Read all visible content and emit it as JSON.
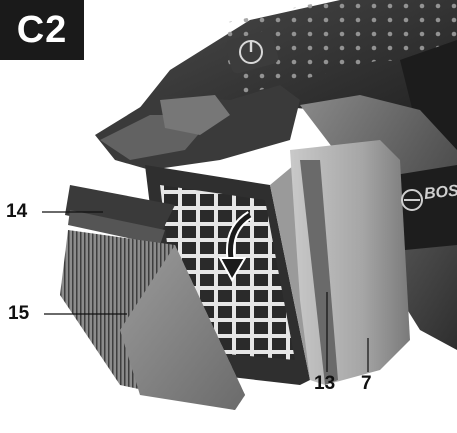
{
  "figure": {
    "label": "C2",
    "brand_mark": "BOSCH",
    "callouts": [
      {
        "number": "14",
        "part": "filter-frame"
      },
      {
        "number": "15",
        "part": "pleated-filter"
      },
      {
        "number": "13",
        "part": "filter-housing-edge"
      },
      {
        "number": "7",
        "part": "dust-container"
      }
    ]
  },
  "colors": {
    "badge_bg": "#1a1a1a",
    "body_dark": "#2b2b2b",
    "body_mid": "#6a6a6a",
    "body_light": "#b5b5b5",
    "background": "#ffffff"
  },
  "icons": [
    "power-button-icon",
    "rotation-arrow-icon",
    "bosch-logo-icon"
  ]
}
